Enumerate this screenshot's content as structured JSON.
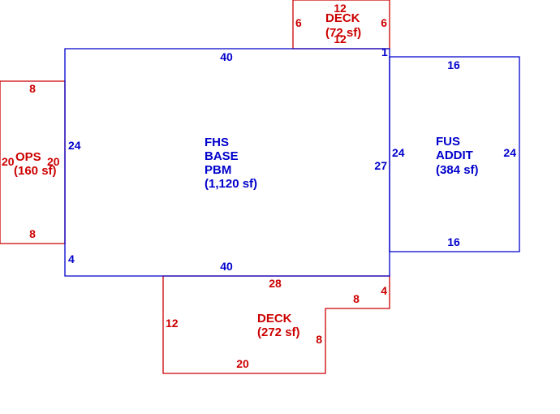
{
  "colors": {
    "blue": "#0000cc",
    "red": "#cc0000",
    "background": "#ffffff"
  },
  "areas": {
    "base": {
      "lines": [
        "FHS",
        "BASE",
        "PBM",
        "(1,120 sf)"
      ]
    },
    "addition": {
      "lines": [
        "FUS",
        "ADDIT",
        "(384 sf)"
      ]
    },
    "ops": {
      "lines": [
        "OPS",
        "(160 sf)"
      ]
    },
    "deck_top": {
      "lines": [
        "DECK",
        "(72 sf)"
      ]
    },
    "deck_bottom": {
      "lines": [
        "DECK",
        "(272 sf)"
      ]
    }
  },
  "dimensions": {
    "base": {
      "top": "40",
      "bottom": "40",
      "left": "24",
      "right": "27",
      "corner_top_right": "1",
      "corner_bottom_left": "4"
    },
    "addition": {
      "top": "16",
      "bottom": "16",
      "left": "24",
      "right": "24"
    },
    "ops": {
      "top": "8",
      "bottom": "8",
      "left": "20",
      "right": "20"
    },
    "deck_top": {
      "top": "12",
      "bottom": "12",
      "left": "6",
      "right": "6"
    },
    "deck_bottom": {
      "top": "28",
      "right_upper": "4",
      "step": "8",
      "right_lower": "8",
      "bottom": "20",
      "left": "12"
    }
  }
}
